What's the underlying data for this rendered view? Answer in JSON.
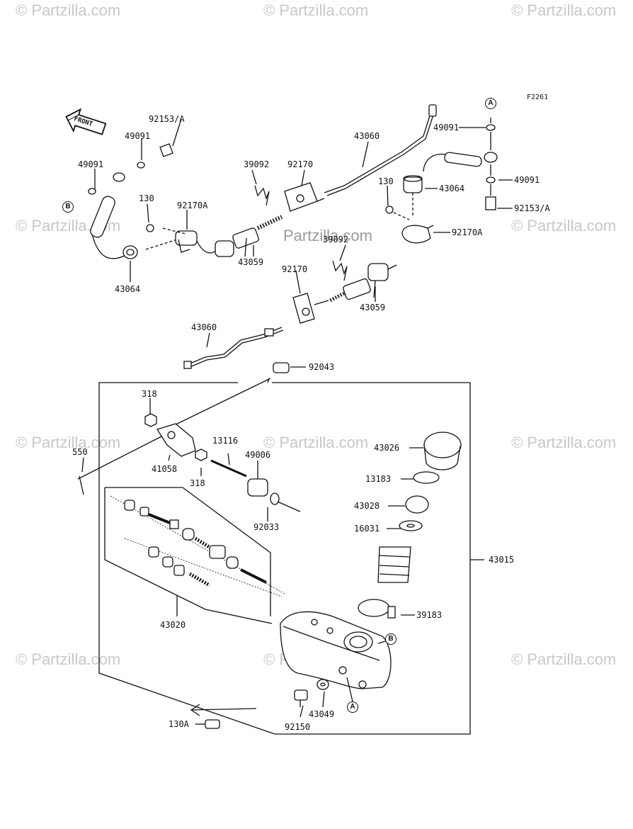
{
  "watermark": {
    "text": "© Partzilla.com",
    "center_text": "Partzilla.com"
  },
  "figure_ref": "F2261",
  "front_arrow_label": "FRONT",
  "markers": {
    "a": "A",
    "b": "B"
  },
  "part_labels": {
    "p92153a_top": "92153/A",
    "p49091_top": "49091",
    "p49091_left": "49091",
    "p130_left": "130",
    "p92170a_left": "92170A",
    "p43064_left": "43064",
    "p39092_top": "39092",
    "p92170_top": "92170",
    "p43059_left": "43059",
    "p43060_top": "43060",
    "p49091_right_top": "49091",
    "p130_right": "130",
    "p43064_right": "43064",
    "p49091_right": "49091",
    "p92153a_right": "92153/A",
    "p92170a_right": "92170A",
    "p39092_mid": "39092",
    "p92170_mid": "92170",
    "p43059_right": "43059",
    "p43060_bottom": "43060",
    "p92043": "92043",
    "p318_top": "318",
    "p550": "550",
    "p41058": "41058",
    "p318_bottom": "318",
    "p13116": "13116",
    "p49006": "49006",
    "p92033": "92033",
    "p43026": "43026",
    "p13183": "13183",
    "p43028": "43028",
    "p16031": "16031",
    "p43015": "43015",
    "p43020": "43020",
    "p39183": "39183",
    "p43049": "43049",
    "p92150": "92150",
    "p130a": "130A"
  }
}
